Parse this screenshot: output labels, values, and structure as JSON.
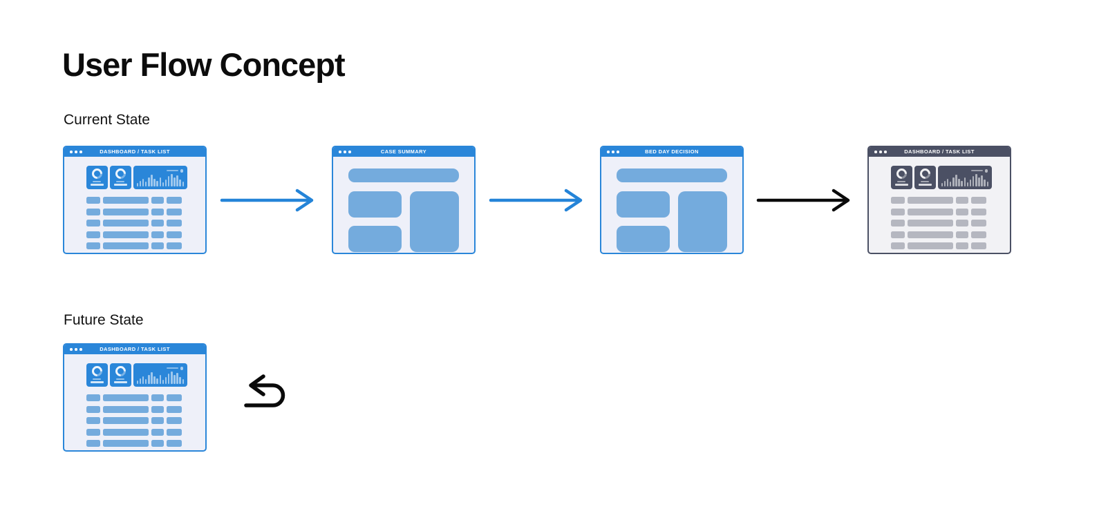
{
  "page": {
    "title": "User Flow Concept"
  },
  "sections": {
    "current": {
      "label": "Current State"
    },
    "future": {
      "label": "Future State"
    }
  },
  "windows": {
    "w1": {
      "title": "DASHBOARD / TASK LIST",
      "theme": "blue",
      "content": "dashboard"
    },
    "w2": {
      "title": "CASE SUMMARY",
      "theme": "blue",
      "content": "summary"
    },
    "w3": {
      "title": "BED DAY DECISION",
      "theme": "blue",
      "content": "summary"
    },
    "w4": {
      "title": "DASHBOARD / TASK LIST",
      "theme": "dark",
      "content": "dashboard"
    },
    "w5": {
      "title": "DASHBOARD / TASK LIST",
      "theme": "blue",
      "content": "dashboard"
    }
  },
  "dashboard_mockup": {
    "chart_bar_heights": [
      28,
      44,
      60,
      38,
      74,
      94,
      62,
      46,
      70,
      34,
      54,
      84,
      100,
      74,
      90,
      58,
      38
    ],
    "table_rows": 5,
    "table_col_widths": [
      20,
      66,
      18,
      22
    ]
  },
  "icons": {
    "traffic_dots": "window-traffic-dots",
    "flow_arrow": "arrow-right",
    "return_arrow": "u-turn-left"
  },
  "colors": {
    "blue_primary": "#2a86d9",
    "blue_light": "#74abdd",
    "body_blue": "#eef0f9",
    "dark_slate": "#4b5064",
    "gray_bar": "#b5b7c0",
    "body_gray": "#f2f2f5",
    "arrow_blue": "#2484d8",
    "arrow_black": "#0a0a0a",
    "heading_text": "#0c0c0c"
  }
}
